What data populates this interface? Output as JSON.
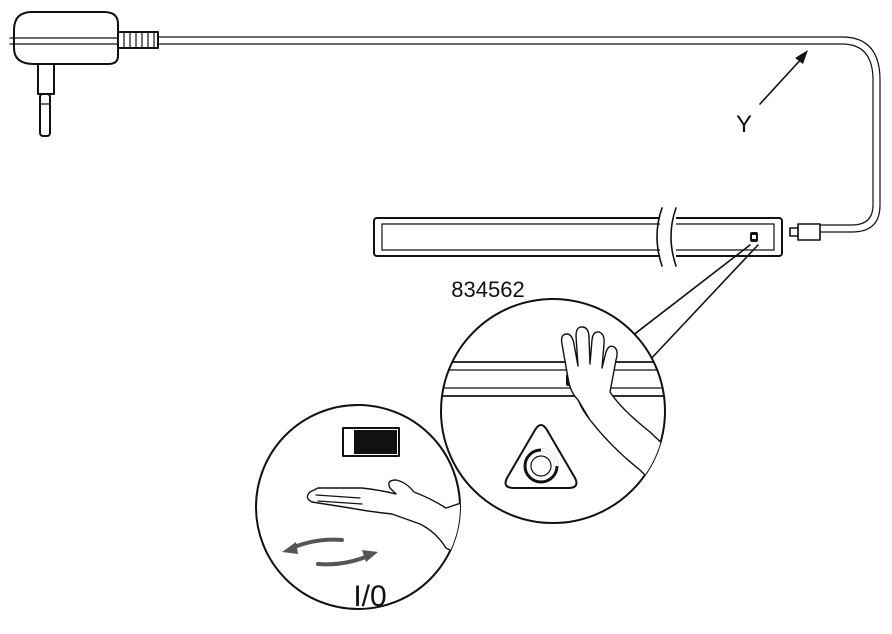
{
  "labels": {
    "cable_label": "Y",
    "model_number": "834562",
    "switch_label": "I/0"
  },
  "colors": {
    "line": "#111111",
    "background": "#ffffff",
    "arrow_gray": "#555555"
  },
  "icons": {
    "plug": "power-adapter-icon",
    "sensor_button": "triangle-dimmer-icon",
    "hand": "hand-icon",
    "rocker": "rocker-switch-icon"
  }
}
